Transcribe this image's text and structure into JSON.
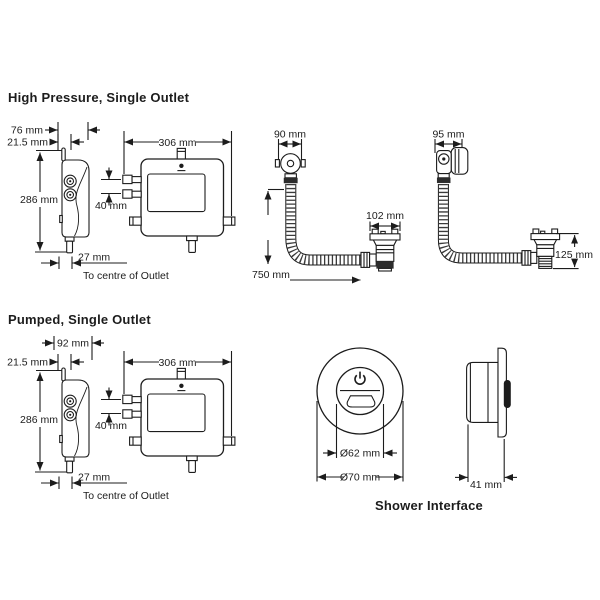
{
  "colors": {
    "background": "#ffffff",
    "line": "#1c1c1c",
    "hose_ring": "#3a3a3a"
  },
  "sections": {
    "high_pressure": {
      "title": "High Pressure, Single Outlet",
      "dims": {
        "depth": "76 mm",
        "side_offset": "21.5 mm",
        "height": "286 mm",
        "width": "306 mm",
        "inlet_spacing": "40 mm",
        "outlet_offset": "27 mm",
        "outlet_note": "To centre of Outlet"
      }
    },
    "pumped": {
      "title": "Pumped, Single Outlet",
      "dims": {
        "depth": "92 mm",
        "side_offset": "21.5 mm",
        "height": "286 mm",
        "width": "306 mm",
        "inlet_spacing": "40 mm",
        "outlet_offset": "27 mm",
        "outlet_note": "To centre of Outlet"
      }
    },
    "bath_filler_overflow": {
      "dims": {
        "overflow_width": "90 mm",
        "waste_width": "102 mm",
        "hose_length": "750 mm"
      }
    },
    "bath_filler_overflow_alt": {
      "dims": {
        "overflow_width": "95 mm",
        "waste_height": "125 mm"
      }
    },
    "shower_interface": {
      "title": "Shower Interface",
      "icon": {
        "name": "power-icon",
        "glyph": "⏻"
      },
      "dims": {
        "button_diameter": "Ø62 mm",
        "bezel_diameter": "Ø70 mm",
        "depth": "41 mm"
      }
    }
  }
}
